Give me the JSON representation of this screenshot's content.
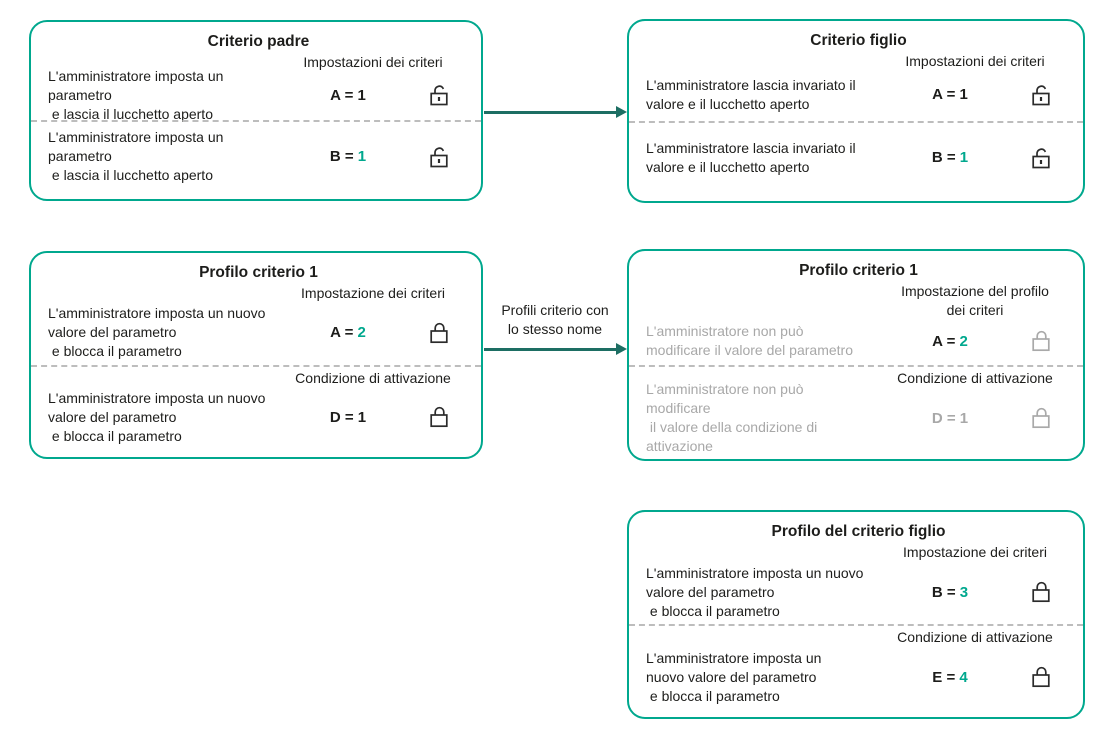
{
  "palette": {
    "box_border_teal": "#00a88e",
    "accent_teal": "#00a88e",
    "arrow_dark_teal": "#1d6e63",
    "text_dark": "#1d1d1b",
    "text_disabled_gray": "#a8a8a8"
  },
  "icons": {
    "open_lock": "unlocked-padlock-outline",
    "closed_lock": "locked-padlock-outline"
  },
  "boxes": [
    {
      "title": "Criterio padre",
      "sections": [
        {
          "header": "Impostazioni dei criteri",
          "text": "L'amministratore imposta un\nparametro\n e lascia il lucchetto aperto",
          "param": "A =",
          "value": "1",
          "lock": "open"
        },
        {
          "header": "",
          "text": "L'amministratore imposta un\nparametro\n e lascia il lucchetto aperto",
          "param": "B =",
          "value": "1",
          "lock": "open"
        }
      ]
    },
    {
      "title": "Criterio figlio",
      "sections": [
        {
          "header": "Impostazioni dei criteri",
          "text": "L'amministratore lascia invariato il\nvalore e il lucchetto aperto",
          "param": "A =",
          "value": "1",
          "lock": "open"
        },
        {
          "header": "",
          "text": "L'amministratore lascia invariato il\nvalore e il lucchetto aperto",
          "param": "B =",
          "value": "1",
          "lock": "open"
        }
      ]
    },
    {
      "title": "Profilo criterio 1",
      "sections": [
        {
          "header": "Impostazione dei criteri",
          "text": "L'amministratore imposta un nuovo\nvalore del parametro\n e blocca il parametro",
          "param": "A =",
          "value": "2",
          "lock": "closed"
        },
        {
          "header": "Condizione di attivazione",
          "text": "L'amministratore imposta un nuovo\nvalore del parametro\n e blocca il parametro",
          "param": "D =",
          "value": "1",
          "lock": "closed"
        }
      ]
    },
    {
      "title": "Profilo criterio 1",
      "sections": [
        {
          "header": "Impostazione del profilo\ndei criteri",
          "text": "L'amministratore non può\nmodificare il valore del parametro",
          "param": "A =",
          "value": "2",
          "lock": "closed-gray"
        },
        {
          "header": "Condizione di attivazione",
          "text": "L'amministratore non può\nmodificare\n il valore della condizione di\nattivazione",
          "param": "D =",
          "value": "1",
          "lock": "closed-gray"
        }
      ]
    },
    {
      "title": "Profilo del criterio figlio",
      "sections": [
        {
          "header": "Impostazione dei criteri",
          "text": "L'amministratore imposta un nuovo\nvalore del parametro\n e blocca il parametro",
          "param": "B =",
          "value": "3",
          "lock": "closed"
        },
        {
          "header": "Condizione di attivazione",
          "text": "L'amministratore imposta un\nnuovo valore del parametro\n e blocca il parametro",
          "param": "E =",
          "value": "4",
          "lock": "closed"
        }
      ]
    }
  ],
  "arrows": {
    "parent_to_child_label": "",
    "profile_label": "Profili criterio con\nlo stesso nome"
  }
}
